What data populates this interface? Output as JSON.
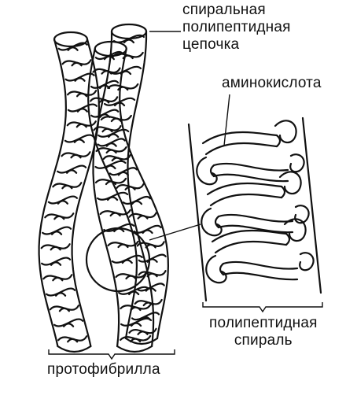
{
  "labels": {
    "polypeptide_chain": [
      "спиральная",
      "полипептидная",
      "цепочка"
    ],
    "amino_acid": "аминокислота",
    "polypeptide_helix": [
      "полипептидная",
      "спираль"
    ],
    "protofibril": "протофибрилла"
  },
  "colors": {
    "ink": "#111111",
    "paper": "#ffffff"
  }
}
